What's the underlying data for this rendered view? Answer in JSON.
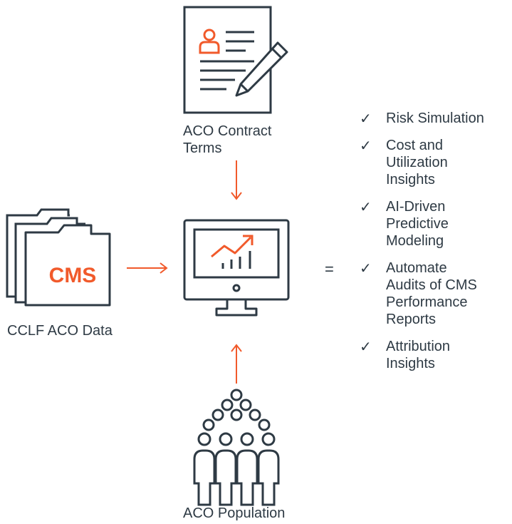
{
  "colors": {
    "stroke": "#2e3a44",
    "accent": "#f15a2b",
    "text": "#2e3a44"
  },
  "nodes": {
    "contract": {
      "label_lines": [
        "ACO Contract",
        "Terms"
      ],
      "icon": "contract-document-icon"
    },
    "cclf": {
      "label": "CCLF ACO Data",
      "badge": "CMS",
      "icon": "folder-stack-icon"
    },
    "analytics": {
      "icon": "monitor-chart-icon"
    },
    "population": {
      "label": "ACO Population",
      "icon": "people-group-icon"
    }
  },
  "equals": "=",
  "features": [
    {
      "check": "✓",
      "lines": [
        "Risk Simulation"
      ]
    },
    {
      "check": "✓",
      "lines": [
        "Cost and",
        "Utilization",
        "Insights"
      ]
    },
    {
      "check": "✓",
      "lines": [
        "AI-Driven",
        "Predictive",
        "Modeling"
      ]
    },
    {
      "check": "✓",
      "lines": [
        "Automate",
        "Audits of CMS",
        "Performance",
        "Reports"
      ]
    },
    {
      "check": "✓",
      "lines": [
        "Attribution",
        "Insights"
      ]
    }
  ]
}
